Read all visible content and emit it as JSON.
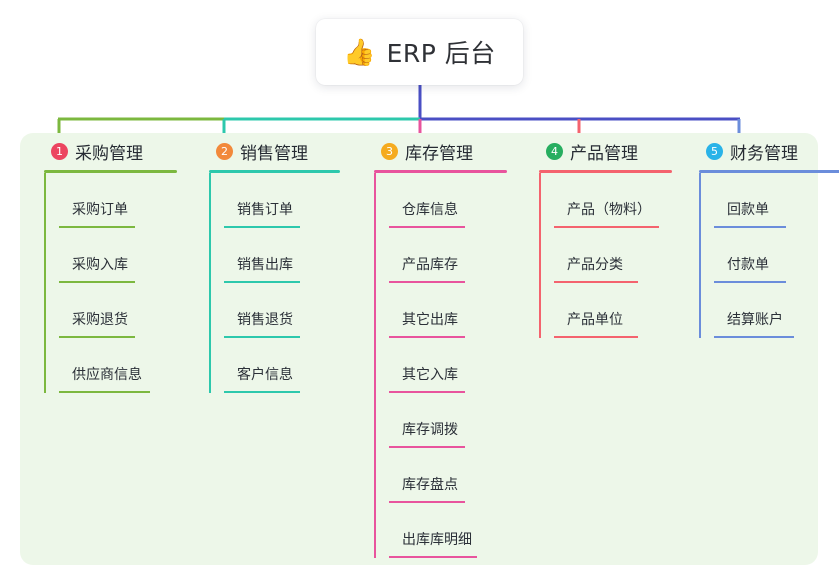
{
  "root": {
    "icon": "thumbs-up-icon",
    "emoji": "👍",
    "title": "ERP 后台"
  },
  "theme": {
    "panel_bg": "#edf7e9",
    "card_bg": "#ffffff",
    "text": "#262b33",
    "trunk_color": "#4a4fc4"
  },
  "branches": [
    {
      "number": "1",
      "title": "采购管理",
      "badge_color": "#ec4560",
      "line_color": "#7cb83f",
      "items": [
        {
          "label": "采购订单",
          "rule_width": 76
        },
        {
          "label": "采购入库",
          "rule_width": 76
        },
        {
          "label": "采购退货",
          "rule_width": 76
        },
        {
          "label": "供应商信息",
          "rule_width": 91
        }
      ]
    },
    {
      "number": "2",
      "title": "销售管理",
      "badge_color": "#f2893b",
      "line_color": "#2dc8ac",
      "items": [
        {
          "label": "销售订单",
          "rule_width": 76
        },
        {
          "label": "销售出库",
          "rule_width": 76
        },
        {
          "label": "销售退货",
          "rule_width": 76
        },
        {
          "label": "客户信息",
          "rule_width": 76
        }
      ]
    },
    {
      "number": "3",
      "title": "库存管理",
      "badge_color": "#f5ab1f",
      "line_color": "#e8549d",
      "items": [
        {
          "label": "仓库信息",
          "rule_width": 76
        },
        {
          "label": "产品库存",
          "rule_width": 76
        },
        {
          "label": "其它出库",
          "rule_width": 76
        },
        {
          "label": "其它入库",
          "rule_width": 76
        },
        {
          "label": "库存调拨",
          "rule_width": 76
        },
        {
          "label": "库存盘点",
          "rule_width": 76
        },
        {
          "label": "出库库明细",
          "rule_width": 88
        }
      ]
    },
    {
      "number": "4",
      "title": "产品管理",
      "badge_color": "#27ae60",
      "line_color": "#f4636e",
      "items": [
        {
          "label": "产品（物料）",
          "rule_width": 105
        },
        {
          "label": "产品分类",
          "rule_width": 84
        },
        {
          "label": "产品单位",
          "rule_width": 84
        }
      ]
    },
    {
      "number": "5",
      "title": "财务管理",
      "badge_color": "#2ab3e8",
      "line_color": "#6b8ddb",
      "items": [
        {
          "label": "回款单",
          "rule_width": 72
        },
        {
          "label": "付款单",
          "rule_width": 72
        },
        {
          "label": "结算账户",
          "rule_width": 80
        }
      ]
    }
  ]
}
